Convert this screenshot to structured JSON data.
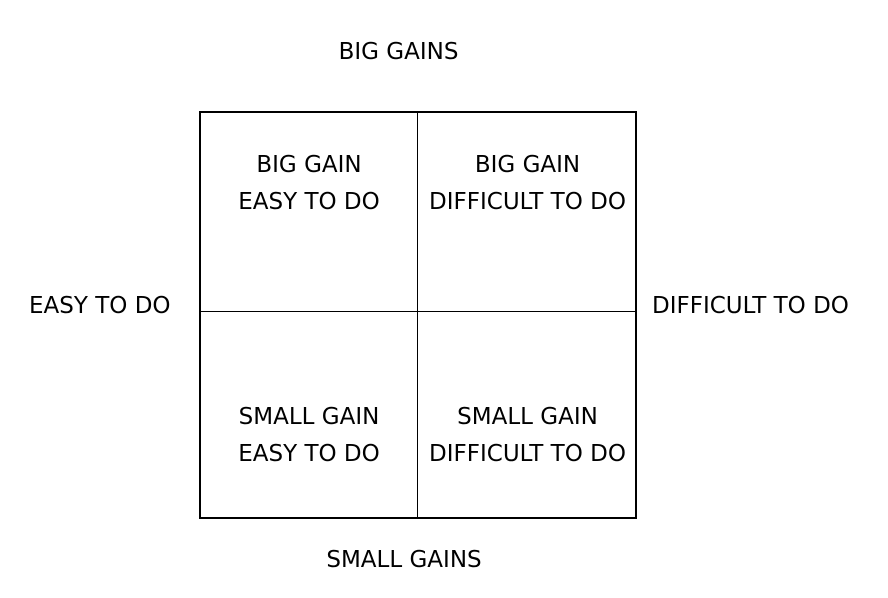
{
  "axes": {
    "top": "BIG GAINS",
    "bottom": "SMALL GAINS",
    "left": "EASY TO DO",
    "right": "DIFFICULT TO DO"
  },
  "quadrants": {
    "top_left": {
      "line1": "BIG GAIN",
      "line2": "EASY TO DO"
    },
    "top_right": {
      "line1": "BIG GAIN",
      "line2": "DIFFICULT TO DO"
    },
    "bottom_left": {
      "line1": "SMALL GAIN",
      "line2": "EASY TO DO"
    },
    "bottom_right": {
      "line1": "SMALL GAIN",
      "line2": "DIFFICULT TO DO"
    }
  }
}
